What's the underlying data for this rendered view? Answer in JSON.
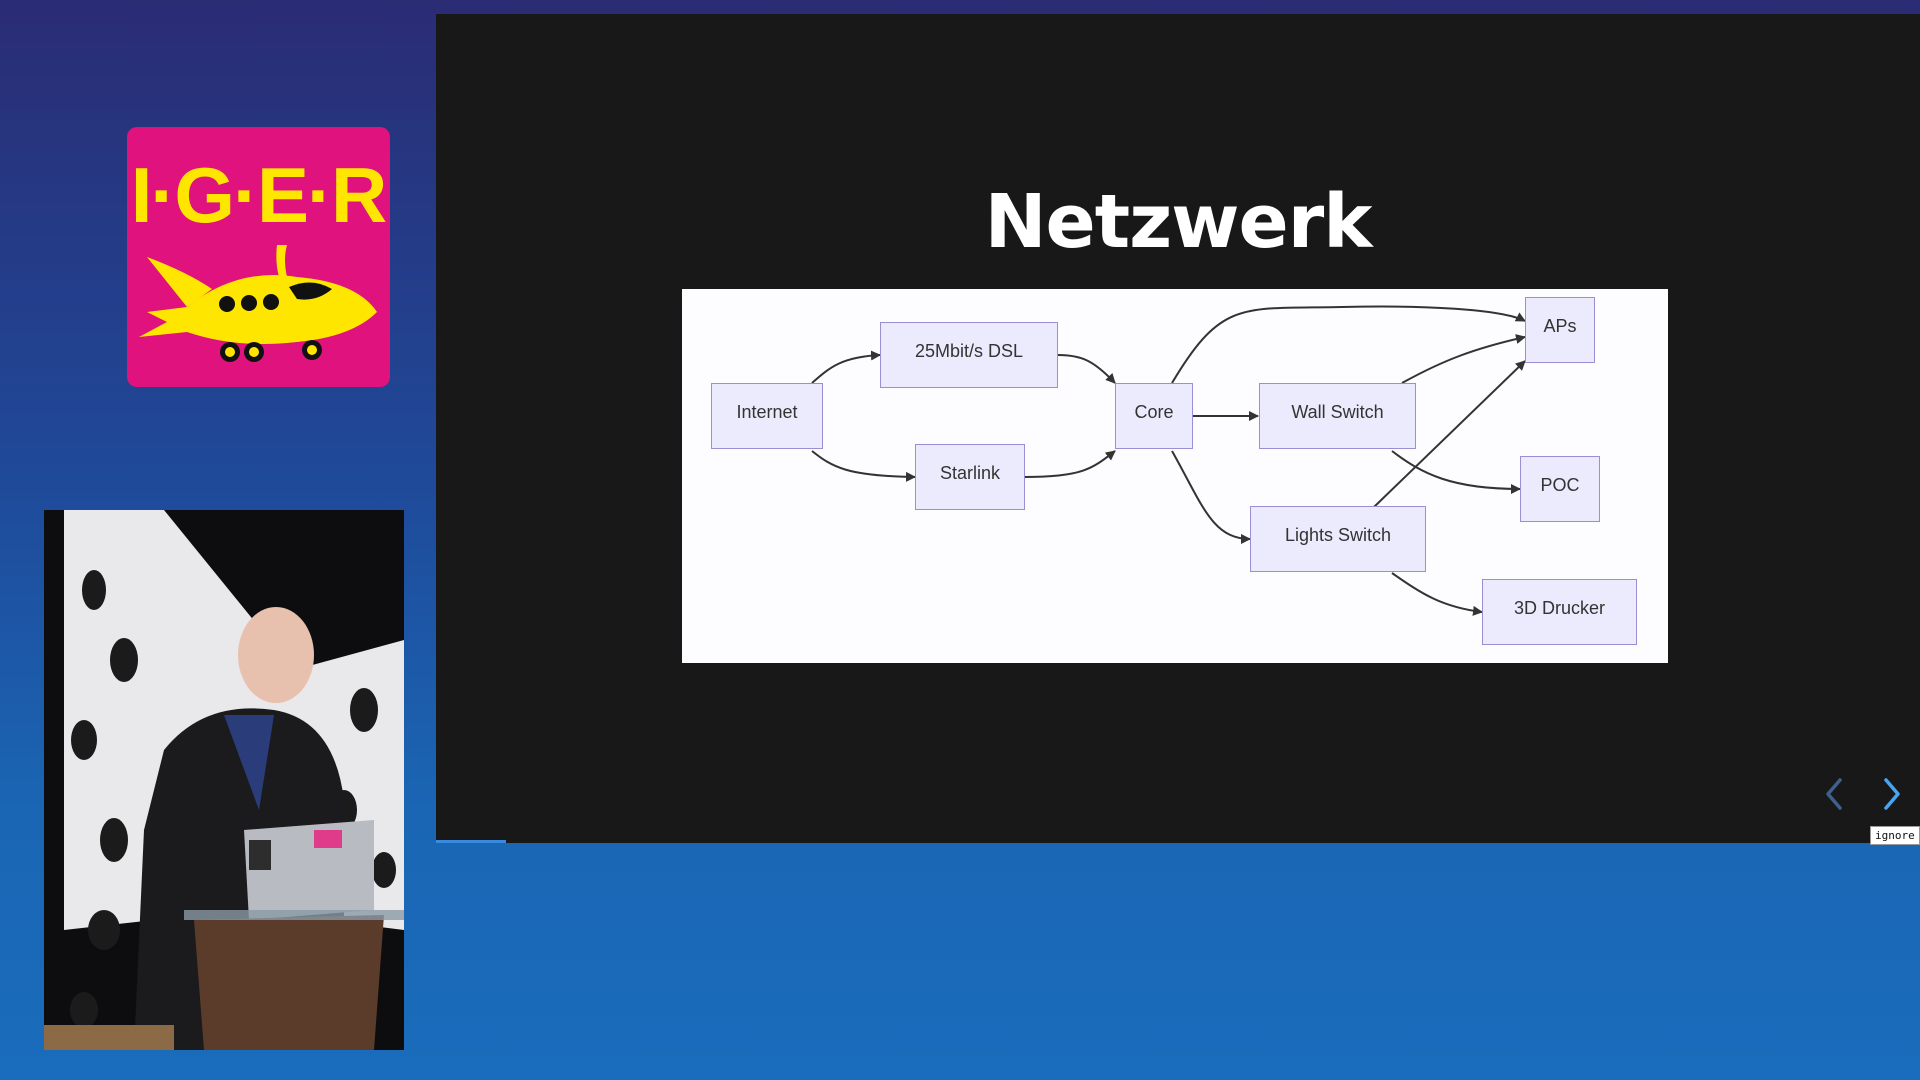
{
  "logo": {
    "text": "I·G·E·R",
    "colors": {
      "background": "#e0127d",
      "text": "#ffe600",
      "rocket": "#ffe600"
    }
  },
  "slide": {
    "title": "Netzwerk",
    "navigation": {
      "prev_icon": "chevron-left-icon",
      "next_icon": "chevron-right-icon"
    },
    "badge": "ignore"
  },
  "diagram": {
    "nodes": {
      "internet": "Internet",
      "dsl": "25Mbit/s DSL",
      "starlink": "Starlink",
      "core": "Core",
      "wall_switch": "Wall Switch",
      "lights_switch": "Lights Switch",
      "aps": "APs",
      "poc": "POC",
      "drucker": "3D Drucker"
    },
    "edges": [
      [
        "Internet",
        "25Mbit/s DSL"
      ],
      [
        "Internet",
        "Starlink"
      ],
      [
        "25Mbit/s DSL",
        "Core"
      ],
      [
        "Starlink",
        "Core"
      ],
      [
        "Core",
        "Wall Switch"
      ],
      [
        "Core",
        "Lights Switch"
      ],
      [
        "Core",
        "APs"
      ],
      [
        "Wall Switch",
        "APs"
      ],
      [
        "Wall Switch",
        "POC"
      ],
      [
        "Lights Switch",
        "APs"
      ],
      [
        "Lights Switch",
        "3D Drucker"
      ]
    ],
    "colors": {
      "node_fill": "#ecebfe",
      "node_border": "#9b8ed2",
      "edge": "#333333"
    }
  }
}
